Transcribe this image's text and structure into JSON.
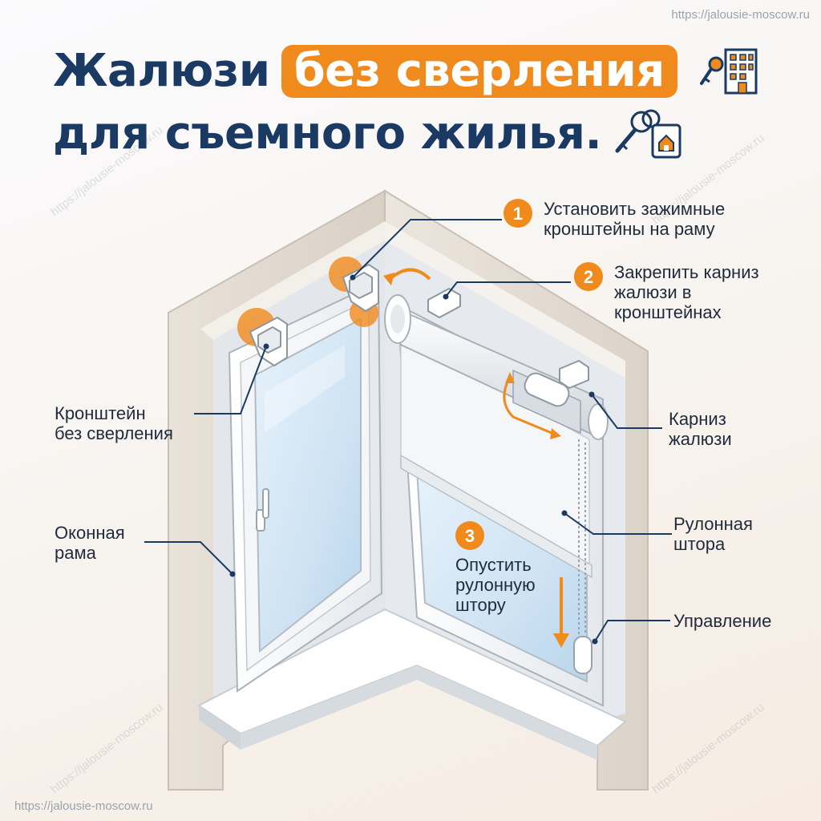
{
  "watermark": {
    "url": "https://jalousie-moscow.ru"
  },
  "title": {
    "word1": "Жалюзи",
    "highlight": "без сверления",
    "line2": "для съемного жилья."
  },
  "icons": {
    "title_icon1": "key-building-icon",
    "title_icon2": "keys-house-tag-icon"
  },
  "steps": [
    {
      "number": "1",
      "text": "Установить зажимные\nкронштейны на раму"
    },
    {
      "number": "2",
      "text": "Закрепить карниз\nжалюзи в\nкронштейнах"
    },
    {
      "number": "3",
      "text": "Опустить\nрулонную\nштору"
    }
  ],
  "labels": {
    "bracket": "Кронштейн\nбез сверления",
    "frame": "Оконная\nрама",
    "cornice": "Карниз\nжалюзи",
    "roller": "Рулонная\nштора",
    "control": "Управление"
  },
  "colors": {
    "accent": "#f08a1c",
    "title": "#1b3a63",
    "leader": "#1b3a63"
  }
}
